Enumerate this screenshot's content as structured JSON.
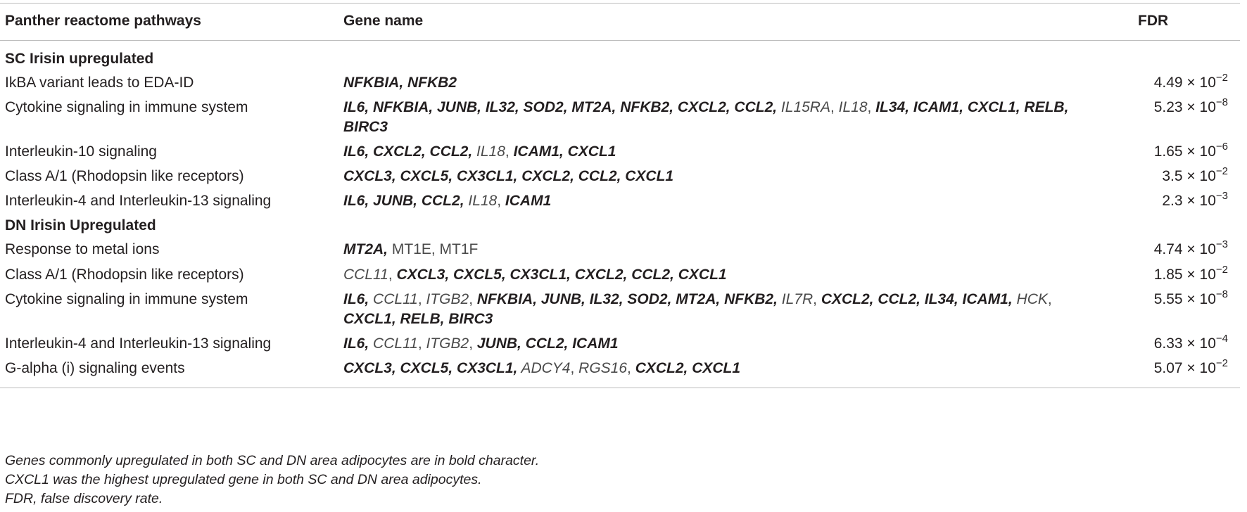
{
  "header": {
    "pathway": "Panther reactome pathways",
    "genes": "Gene name",
    "fdr": "FDR"
  },
  "sections": [
    {
      "title": "SC Irisin upregulated",
      "rows": [
        {
          "pathway": "IkBA variant leads to EDA-ID",
          "genes": [
            {
              "text": "NFKBIA, NFKB2",
              "style": "common"
            }
          ],
          "fdr": {
            "mantissa": "4.49",
            "times": "×",
            "base": "10",
            "exponent": "−2"
          }
        },
        {
          "pathway": "Cytokine signaling in immune system",
          "genes": [
            {
              "text": "IL6, NFKBIA, JUNB, IL32, SOD2, MT2A, NFKB2, CXCL2, CCL2,",
              "style": "common"
            },
            {
              "text": " IL15RA",
              "style": "italic"
            },
            {
              "text": ", ",
              "style": "plain"
            },
            {
              "text": "IL18",
              "style": "italic"
            },
            {
              "text": ", ",
              "style": "plain"
            },
            {
              "text": "IL34, ICAM1, CXCL1, RELB, BIRC3",
              "style": "common"
            }
          ],
          "fdr": {
            "mantissa": "5.23",
            "times": "×",
            "base": "10",
            "exponent": "−8"
          }
        },
        {
          "pathway": "Interleukin-10 signaling",
          "genes": [
            {
              "text": "IL6, CXCL2, CCL2,",
              "style": "common"
            },
            {
              "text": " IL18",
              "style": "italic"
            },
            {
              "text": ", ",
              "style": "plain"
            },
            {
              "text": "ICAM1, CXCL1",
              "style": "common"
            }
          ],
          "fdr": {
            "mantissa": "1.65",
            "times": "×",
            "base": "10",
            "exponent": "−6"
          }
        },
        {
          "pathway": "Class A/1 (Rhodopsin like receptors)",
          "genes": [
            {
              "text": "CXCL3, CXCL5, CX3CL1, CXCL2, CCL2, CXCL1",
              "style": "common"
            }
          ],
          "fdr": {
            "mantissa": "3.5",
            "times": "×",
            "base": "10",
            "exponent": "−2"
          }
        },
        {
          "pathway": "Interleukin-4 and Interleukin-13 signaling",
          "genes": [
            {
              "text": "IL6, JUNB, CCL2,",
              "style": "common"
            },
            {
              "text": " IL18",
              "style": "italic"
            },
            {
              "text": ", ",
              "style": "plain"
            },
            {
              "text": "ICAM1",
              "style": "common"
            }
          ],
          "fdr": {
            "mantissa": "2.3",
            "times": "×",
            "base": "10",
            "exponent": "−3"
          }
        }
      ]
    },
    {
      "title": "DN Irisin Upregulated",
      "rows": [
        {
          "pathway": "Response to metal ions",
          "genes": [
            {
              "text": "MT2A,",
              "style": "common"
            },
            {
              "text": " MT1E, MT1F",
              "style": "plain"
            }
          ],
          "fdr": {
            "mantissa": "4.74",
            "times": "×",
            "base": "10",
            "exponent": "−3"
          }
        },
        {
          "pathway": "Class A/1 (Rhodopsin like receptors)",
          "genes": [
            {
              "text": "CCL11",
              "style": "italic"
            },
            {
              "text": ", ",
              "style": "plain"
            },
            {
              "text": "CXCL3, CXCL5, CX3CL1, CXCL2, CCL2, CXCL1",
              "style": "common"
            }
          ],
          "fdr": {
            "mantissa": "1.85",
            "times": "×",
            "base": "10",
            "exponent": "−2"
          }
        },
        {
          "pathway": "Cytokine signaling in immune system",
          "genes": [
            {
              "text": "IL6,",
              "style": "common"
            },
            {
              "text": " CCL11",
              "style": "italic"
            },
            {
              "text": ", ",
              "style": "plain"
            },
            {
              "text": "ITGB2",
              "style": "italic"
            },
            {
              "text": ", ",
              "style": "plain"
            },
            {
              "text": "NFKBIA, JUNB, IL32, SOD2, MT2A, NFKB2,",
              "style": "common"
            },
            {
              "text": " IL7R",
              "style": "italic"
            },
            {
              "text": ", ",
              "style": "plain"
            },
            {
              "text": "CXCL2, CCL2, IL34, ICAM1,",
              "style": "common"
            },
            {
              "text": " HCK",
              "style": "italic"
            },
            {
              "text": ", ",
              "style": "plain"
            },
            {
              "text": "CXCL1, RELB, BIRC3",
              "style": "common"
            }
          ],
          "fdr": {
            "mantissa": "5.55",
            "times": "×",
            "base": "10",
            "exponent": "−8"
          }
        },
        {
          "pathway": "Interleukin-4 and Interleukin-13 signaling",
          "genes": [
            {
              "text": "IL6,",
              "style": "common"
            },
            {
              "text": " CCL11",
              "style": "italic"
            },
            {
              "text": ", ",
              "style": "plain"
            },
            {
              "text": "ITGB2",
              "style": "italic"
            },
            {
              "text": ", ",
              "style": "plain"
            },
            {
              "text": "JUNB, CCL2, ICAM1",
              "style": "common"
            }
          ],
          "fdr": {
            "mantissa": "6.33",
            "times": "×",
            "base": "10",
            "exponent": "−4"
          }
        },
        {
          "pathway": "G-alpha (i) signaling events",
          "genes": [
            {
              "text": "CXCL3, CXCL5, CX3CL1,",
              "style": "common"
            },
            {
              "text": " ADCY4",
              "style": "italic"
            },
            {
              "text": ", ",
              "style": "plain"
            },
            {
              "text": "RGS16",
              "style": "italic"
            },
            {
              "text": ", ",
              "style": "plain"
            },
            {
              "text": "CXCL2, CXCL1",
              "style": "common"
            }
          ],
          "fdr": {
            "mantissa": "5.07",
            "times": "×",
            "base": "10",
            "exponent": "−2"
          }
        }
      ]
    }
  ],
  "footnotes": [
    "Genes commonly upregulated in both SC and DN area adipocytes are in bold character.",
    "CXCL1 was the highest upregulated gene in both SC and DN area adipocytes.",
    "FDR, false discovery rate."
  ]
}
